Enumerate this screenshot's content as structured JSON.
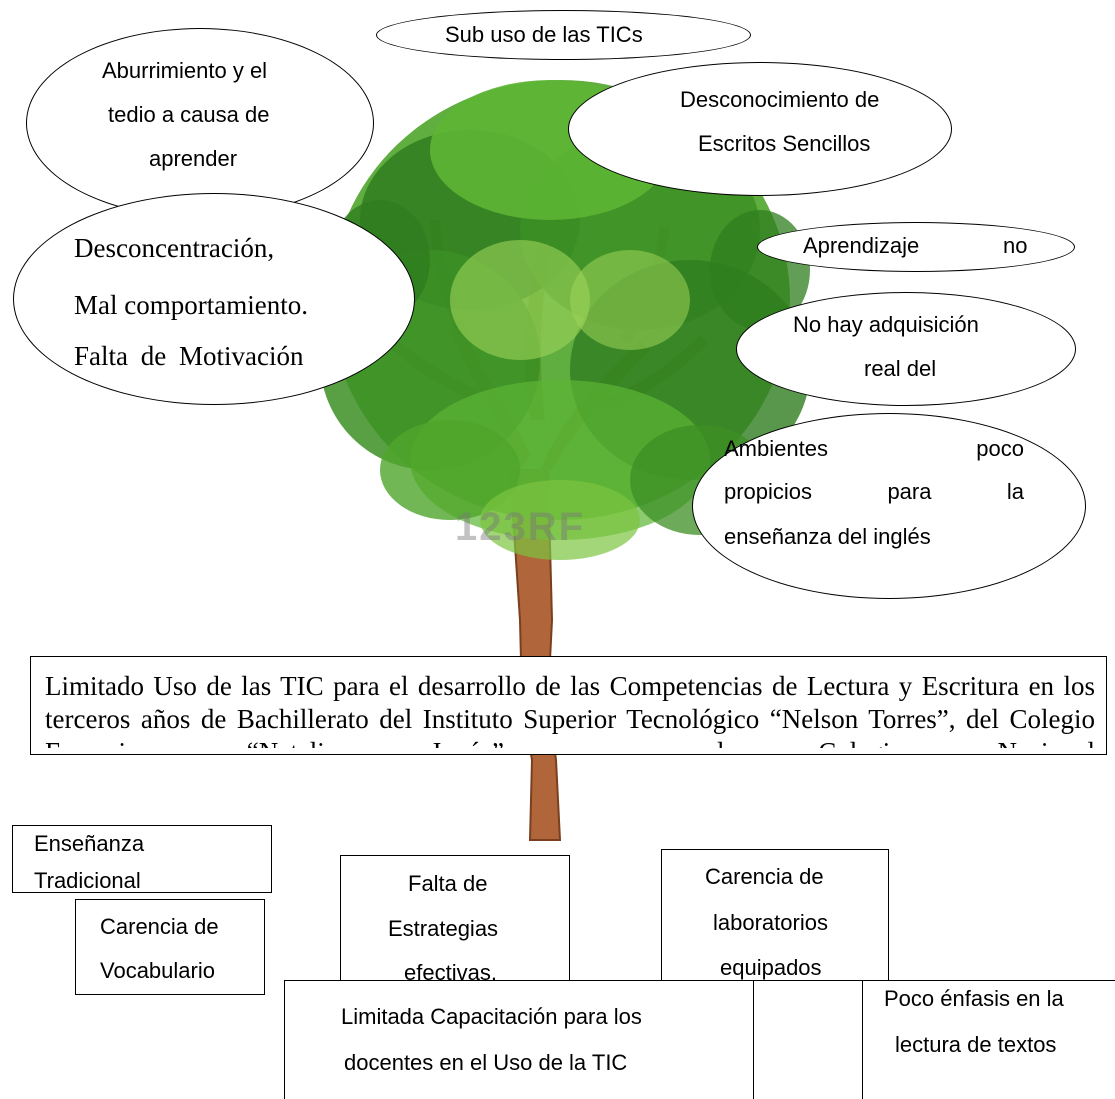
{
  "effects": {
    "sub_uso": "Sub uso de las TICs",
    "aburrimiento": [
      "Aburrimiento y el",
      "tedio a causa de",
      "aprender"
    ],
    "desconocimiento": [
      "Desconocimiento de",
      "Escritos Sencillos"
    ],
    "desconcentracion": [
      "Desconcentración,",
      "Mal comportamiento.",
      "Falta de Motivación"
    ],
    "aprendizaje": [
      "Aprendizaje",
      "no"
    ],
    "no_hay_adquisicion": [
      "No hay adquisición",
      "real del"
    ],
    "ambientes": [
      [
        "Ambientes",
        "poco"
      ],
      [
        "propicios",
        "para",
        "la"
      ],
      "enseñanza del inglés"
    ]
  },
  "central_problem": "Limitado Uso de las TIC para el desarrollo de las Competencias de Lectura y Escritura en los terceros años de Bachillerato del Instituto Superior Tecnológico “Nelson Torres”, del Colegio Femenino “Natalia Jarrín” y el Colegio Nacional",
  "causes": {
    "ensenanza": [
      "Enseñanza",
      "Tradicional"
    ],
    "falta_estrategias": [
      "Falta de",
      "Estrategias",
      "efectivas."
    ],
    "carencia_laboratorios": [
      "Carencia de",
      "laboratorios",
      "equipados"
    ],
    "carencia_vocabulario": [
      "Carencia de",
      "Vocabulario"
    ],
    "limitada_capacitacion": [
      "Limitada Capacitación para los",
      "docentes en el Uso de la TIC"
    ],
    "poco_enfasis": [
      "Poco énfasis en la",
      "lectura de textos"
    ]
  },
  "watermark": "123RF",
  "colors": {
    "foliage_dark": "#2f7d1f",
    "foliage_mid": "#4fa52b",
    "foliage_light": "#9fd45a",
    "trunk": "#b0663a",
    "trunk_dark": "#7a3f1e"
  }
}
